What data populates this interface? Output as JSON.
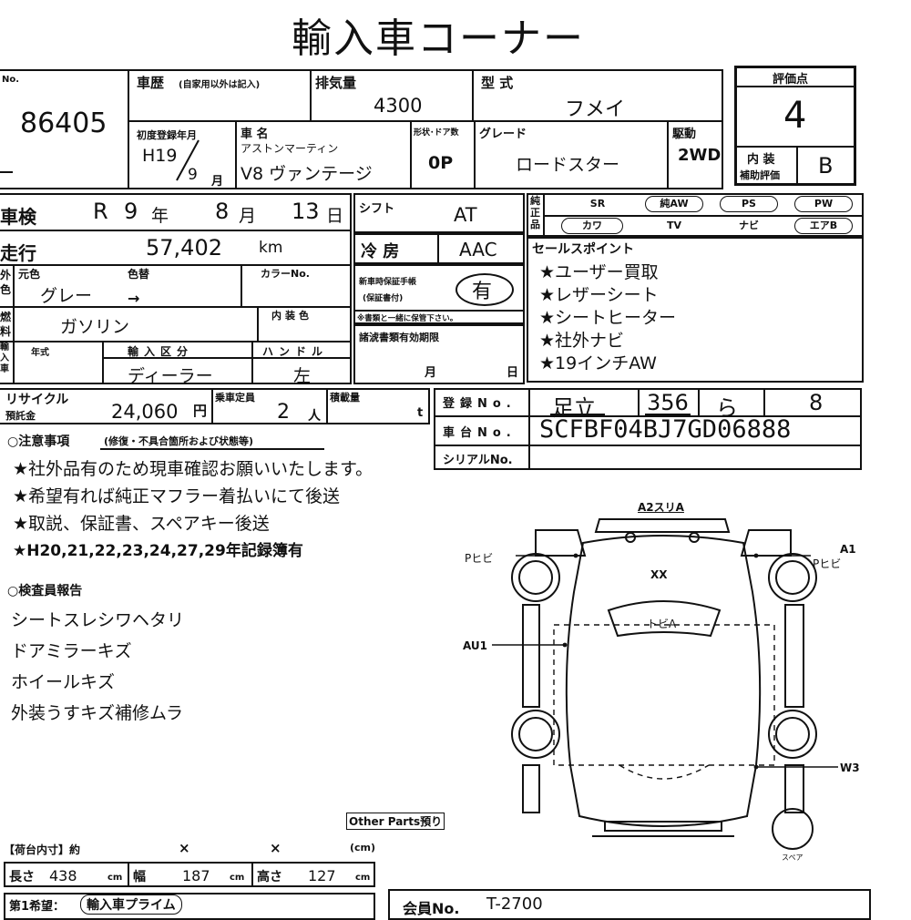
{
  "title": "輸入車コーナー",
  "lot": {
    "label": "No.",
    "value": "86405"
  },
  "history": {
    "label": "車歴",
    "note": "(自家用以外は記入)"
  },
  "displacement": {
    "label": "排気量",
    "value": "4300"
  },
  "model": {
    "label": "型 式",
    "value": "フメイ"
  },
  "score": {
    "label": "評価点",
    "value": "4"
  },
  "interior_score": {
    "label1": "内 装",
    "label2": "補助評価",
    "value": "B"
  },
  "first_reg": {
    "label": "初度登録年月",
    "year": "H19",
    "month": "9",
    "month_unit": "月"
  },
  "car_name": {
    "label": "車 名",
    "maker": "アストンマーティン",
    "value": "V8 ヴァンテージ"
  },
  "doors": {
    "label": "形状･ドア数",
    "value": "0P"
  },
  "grade": {
    "label": "グレード",
    "value": "ロードスター"
  },
  "drive": {
    "label": "駆動",
    "value": "2WD"
  },
  "inspection": {
    "label": "車検",
    "era": "R",
    "year": "9",
    "year_unit": "年",
    "month": "8",
    "month_unit": "月",
    "day": "13",
    "day_unit": "日"
  },
  "shift": {
    "label": "シフト",
    "value": "AT"
  },
  "equipment": {
    "label": "純正品",
    "row1": [
      "SR",
      "純AW",
      "PS",
      "PW"
    ],
    "row2": [
      "カワ",
      "TV",
      "ナビ",
      "エアB"
    ]
  },
  "mileage": {
    "label": "走行",
    "value": "57,402",
    "unit": "km"
  },
  "aircon": {
    "label": "冷 房",
    "value": "AAC"
  },
  "selling_points": {
    "label": "セールスポイント",
    "items": [
      "★ユーザー買取",
      "★レザーシート",
      "★シートヒーター",
      "★社外ナビ",
      "★19インチAW"
    ]
  },
  "color": {
    "label_side": "外色",
    "orig_label": "元色",
    "change_label": "色替",
    "code_label": "カラーNo.",
    "value": "グレー",
    "arrow": "→"
  },
  "manual": {
    "label1": "新車時保証手帳",
    "label2": "(保証書付)",
    "value": "有",
    "note": "※書類と一緒に保管下さい。"
  },
  "fuel": {
    "label_side": "燃料",
    "interior_label": "内装色",
    "value": "ガソリン"
  },
  "docs_expiry": {
    "label": "諸淲書類有効期限",
    "month_unit": "月",
    "day_unit": "日"
  },
  "import": {
    "label_side": "輸入車",
    "year_label": "年式",
    "type_label": "輸入区分",
    "type_value": "ディーラー",
    "handle_label": "ハンドル",
    "handle_value": "左"
  },
  "recycle": {
    "label1": "リサイクル",
    "label2": "預託金",
    "value": "24,060",
    "unit": "円"
  },
  "capacity": {
    "label": "乗車定員",
    "value": "2",
    "unit": "人"
  },
  "load": {
    "label": "積載量",
    "unit": "t"
  },
  "registration": {
    "label": "登録No.",
    "place": "足立",
    "class": "356",
    "kana": "ら",
    "number": "8"
  },
  "chassis": {
    "label": "車台No.",
    "value": "SCFBF04BJ7GD06888"
  },
  "serial": {
    "label": "シリアルNo."
  },
  "notes": {
    "label": "○注意事項",
    "sub": "(修復・不具合箇所および状態等)",
    "items": [
      "★社外品有のため現車確認お願いいたします。",
      "★希望有れば純正マフラー着払いにて後送",
      "★取説、保証書、スペアキー後送",
      "★H20,21,22,23,24,27,29年記録簿有"
    ]
  },
  "inspector": {
    "label": "○検査員報告",
    "items": [
      "シートスレシワヘタリ",
      "ドアミラーキズ",
      "ホイールキズ",
      "外装うすキズ補修ムラ"
    ]
  },
  "diagram": {
    "labels": {
      "a2": "A2スリA",
      "p_left": "Pヒビ",
      "a1": "A1",
      "p_right": "Pヒビ",
      "xx": "XX",
      "tobi": "トビA",
      "au1": "AU1",
      "w3": "W3",
      "spare": "スペア"
    },
    "other_parts": "Other Parts預り"
  },
  "cargo": {
    "label": "【荷台内寸】約",
    "x1": "×",
    "x2": "×",
    "unit": "(cm)"
  },
  "dims": {
    "length_label": "長さ",
    "length": "438",
    "width_label": "幅",
    "width": "187",
    "height_label": "高さ",
    "height": "127",
    "unit": "cm"
  },
  "wish": {
    "label": "第1希望：",
    "value": "輸入車プライム"
  },
  "member": {
    "label": "会員No.",
    "value": "T-2700"
  }
}
